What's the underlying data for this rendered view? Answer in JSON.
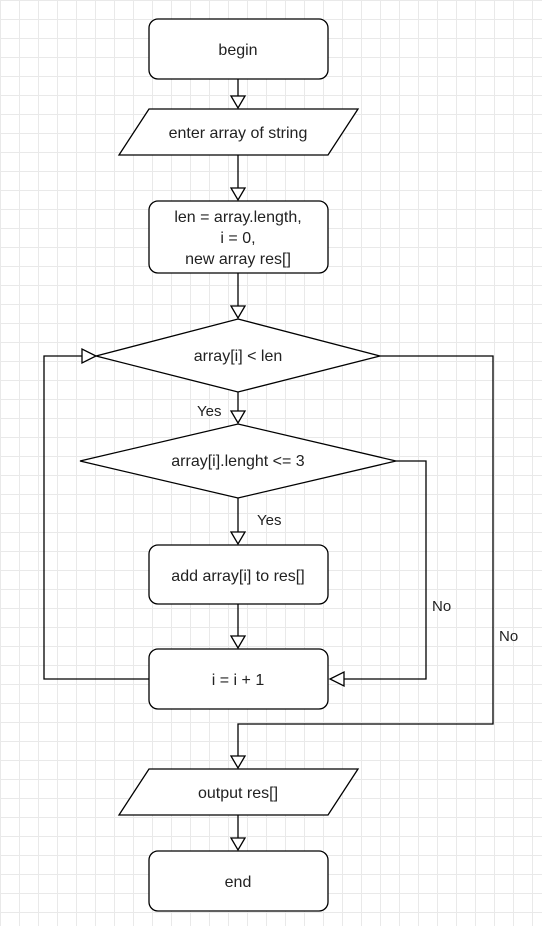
{
  "diagram": {
    "nodes": {
      "begin": {
        "lines": [
          "begin"
        ]
      },
      "input": {
        "lines": [
          "enter array of string"
        ]
      },
      "init": {
        "lines": [
          "len = array.length,",
          "i = 0,",
          "new array res[]"
        ]
      },
      "loop_check": {
        "lines": [
          "array[i] < len"
        ]
      },
      "length_check": {
        "lines": [
          "array[i].lenght <= 3"
        ]
      },
      "add": {
        "lines": [
          "add array[i] to res[]"
        ]
      },
      "increment": {
        "lines": [
          "i = i + 1"
        ]
      },
      "output": {
        "lines": [
          "output res[]"
        ]
      },
      "end": {
        "lines": [
          "end"
        ]
      }
    },
    "edge_labels": {
      "loop_yes": "Yes",
      "length_yes": "Yes",
      "length_no": "No",
      "loop_no": "No"
    },
    "colors": {
      "stroke": "#000000",
      "fill": "#ffffff",
      "grid": "#e9e9e9",
      "text": "#222222"
    }
  }
}
